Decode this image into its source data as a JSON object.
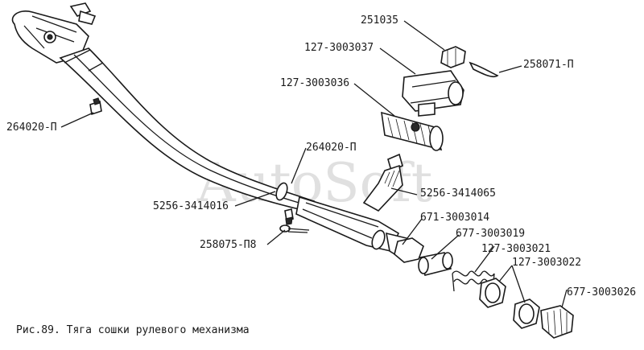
{
  "caption": "Рис.89. Тяга сошки рулевого механизма",
  "watermark": "AutoSoft",
  "labels": {
    "p251035": "251035",
    "p127_3003037": "127-3003037",
    "p258071": "258071-П",
    "p127_3003036": "127-3003036",
    "p264020_left": "264020-П",
    "p264020_mid": "264020-П",
    "p5256_3414065": "5256-3414065",
    "p5256_3414016": "5256-3414016",
    "p671_3003014": "671-3003014",
    "p677_3003019": "677-3003019",
    "p258075": "258075-П8",
    "p127_3003021": "127-3003021",
    "p127_3003022": "127-3003022",
    "p677_3003026": "677-3003026"
  }
}
